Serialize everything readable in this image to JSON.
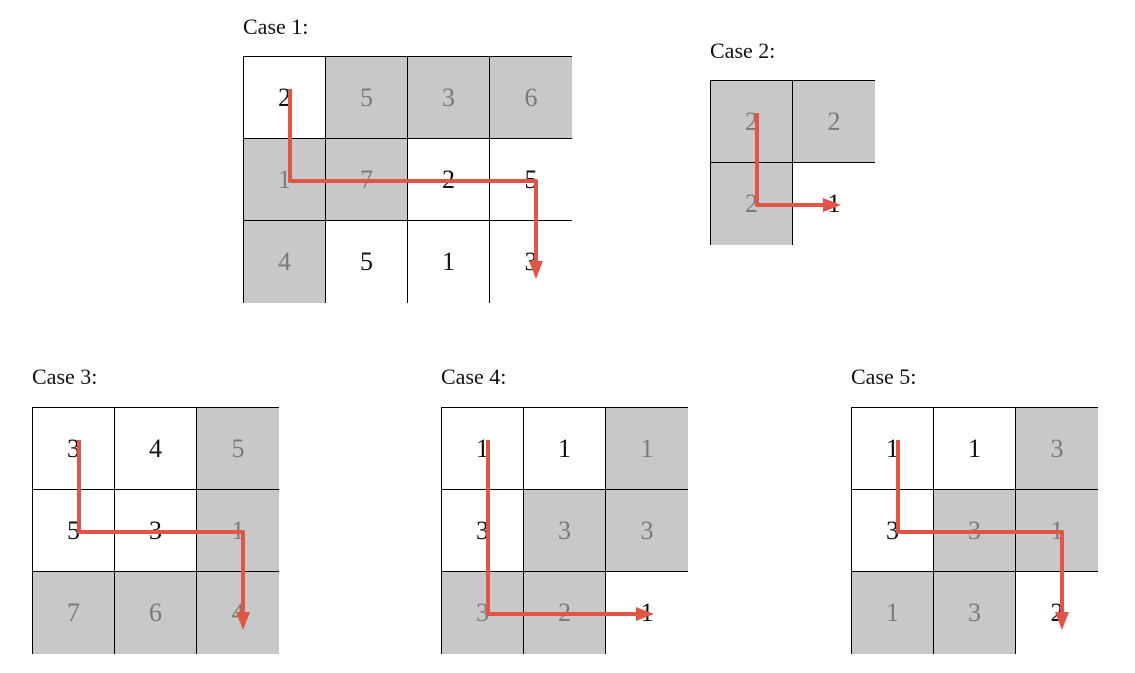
{
  "colors": {
    "shade": "#c8c8c8",
    "arrow": "#e05545",
    "grid_line": "#000000"
  },
  "cases": [
    {
      "title": "Case 1:",
      "rows": 3,
      "cols": 4,
      "cells": [
        [
          {
            "v": "2",
            "s": false
          },
          {
            "v": "5",
            "s": true
          },
          {
            "v": "3",
            "s": true
          },
          {
            "v": "6",
            "s": true
          }
        ],
        [
          {
            "v": "1",
            "s": true
          },
          {
            "v": "7",
            "s": true
          },
          {
            "v": "2",
            "s": false
          },
          {
            "v": "5",
            "s": false
          }
        ],
        [
          {
            "v": "4",
            "s": true
          },
          {
            "v": "5",
            "s": false
          },
          {
            "v": "1",
            "s": false
          },
          {
            "v": "3",
            "s": false
          }
        ]
      ],
      "path": [
        [
          0,
          0
        ],
        [
          1,
          0
        ],
        [
          1,
          3
        ],
        [
          2,
          3
        ]
      ]
    },
    {
      "title": "Case 2:",
      "rows": 2,
      "cols": 2,
      "cells": [
        [
          {
            "v": "2",
            "s": true
          },
          {
            "v": "2",
            "s": true
          }
        ],
        [
          {
            "v": "2",
            "s": true
          },
          {
            "v": "1",
            "s": false
          }
        ]
      ],
      "path": [
        [
          0,
          0
        ],
        [
          1,
          0
        ],
        [
          1,
          1
        ]
      ]
    },
    {
      "title": "Case 3:",
      "rows": 3,
      "cols": 3,
      "cells": [
        [
          {
            "v": "3",
            "s": false
          },
          {
            "v": "4",
            "s": false
          },
          {
            "v": "5",
            "s": true
          }
        ],
        [
          {
            "v": "5",
            "s": false
          },
          {
            "v": "3",
            "s": false
          },
          {
            "v": "1",
            "s": true
          }
        ],
        [
          {
            "v": "7",
            "s": true
          },
          {
            "v": "6",
            "s": true
          },
          {
            "v": "4",
            "s": true
          }
        ]
      ],
      "path": [
        [
          0,
          0
        ],
        [
          1,
          0
        ],
        [
          1,
          2
        ],
        [
          2,
          2
        ]
      ]
    },
    {
      "title": "Case 4:",
      "rows": 3,
      "cols": 3,
      "cells": [
        [
          {
            "v": "1",
            "s": false
          },
          {
            "v": "1",
            "s": false
          },
          {
            "v": "1",
            "s": true
          }
        ],
        [
          {
            "v": "3",
            "s": false
          },
          {
            "v": "3",
            "s": true
          },
          {
            "v": "3",
            "s": true
          }
        ],
        [
          {
            "v": "3",
            "s": true
          },
          {
            "v": "2",
            "s": true
          },
          {
            "v": "1",
            "s": false
          }
        ]
      ],
      "path": [
        [
          0,
          0
        ],
        [
          2,
          0
        ],
        [
          2,
          2
        ]
      ]
    },
    {
      "title": "Case 5:",
      "rows": 3,
      "cols": 3,
      "cells": [
        [
          {
            "v": "1",
            "s": false
          },
          {
            "v": "1",
            "s": false
          },
          {
            "v": "3",
            "s": true
          }
        ],
        [
          {
            "v": "3",
            "s": false
          },
          {
            "v": "3",
            "s": true
          },
          {
            "v": "1",
            "s": true
          }
        ],
        [
          {
            "v": "1",
            "s": true
          },
          {
            "v": "3",
            "s": true
          },
          {
            "v": "2",
            "s": false
          }
        ]
      ],
      "path": [
        [
          0,
          0
        ],
        [
          1,
          0
        ],
        [
          1,
          2
        ],
        [
          2,
          2
        ]
      ]
    }
  ]
}
